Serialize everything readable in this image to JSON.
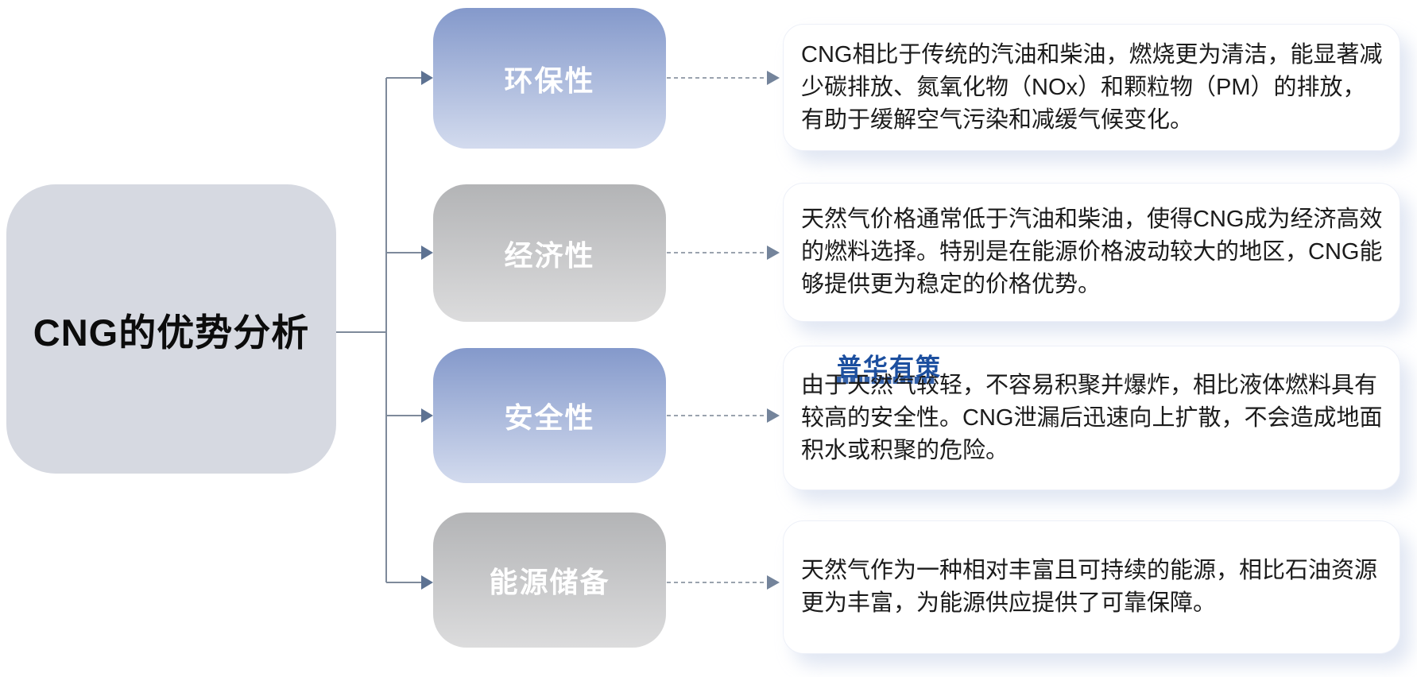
{
  "diagram": {
    "root": {
      "label": "CNG的优势分析"
    },
    "branches": [
      {
        "label": "环保性",
        "tone": "blue",
        "description": "CNG相比于传统的汽油和柴油，燃烧更为清洁，能显著减少碳排放、氮氧化物（NOx）和颗粒物（PM）的排放，有助于缓解空气污染和减缓气候变化。"
      },
      {
        "label": "经济性",
        "tone": "gray",
        "description": "天然气价格通常低于汽油和柴油，使得CNG成为经济高效的燃料选择。特别是在能源价格波动较大的地区，CNG能够提供更为稳定的价格优势。"
      },
      {
        "label": "安全性",
        "tone": "blue",
        "description": "由于天然气较轻，不容易积聚并爆炸，相比液体燃料具有较高的安全性。CNG泄漏后迅速向上扩散，不会造成地面积水或积聚的危险。"
      },
      {
        "label": "能源储备",
        "tone": "gray",
        "description": "天然气作为一种相对丰富且可持续的能源，相比石油资源更为丰富，为能源供应提供了可靠保障。"
      }
    ],
    "watermark": {
      "logo_text": "普华有策"
    }
  },
  "colors": {
    "root_bg": "#d6d9e1",
    "blue_grad_top": "#8499cb",
    "blue_grad_bottom": "#d3dbee",
    "gray_grad_top": "#b3b4b6",
    "gray_grad_bottom": "#dcdcdd",
    "tree_line": "#7e8a9b",
    "tree_arrow": "#5d7292",
    "dashed_line": "#9aa3ae",
    "logo_blue": "#1c4f9f"
  }
}
